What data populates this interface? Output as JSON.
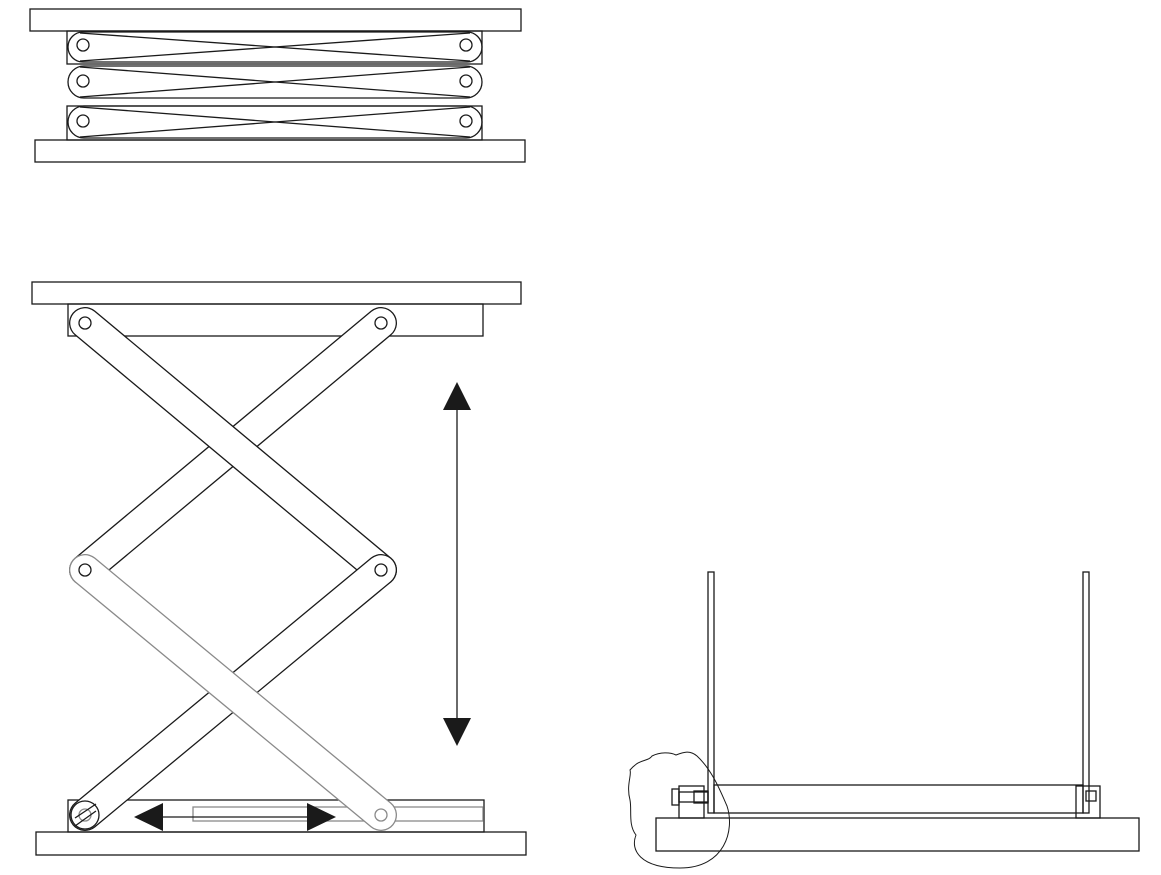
{
  "figures": [
    {
      "name": "collapsed-scissor-lift"
    },
    {
      "name": "extended-scissor-lift"
    },
    {
      "name": "side-view-frame"
    }
  ],
  "colors": {
    "line": "#1a1a1a",
    "hidden_line": "#8a8a8a",
    "background": "#ffffff"
  }
}
